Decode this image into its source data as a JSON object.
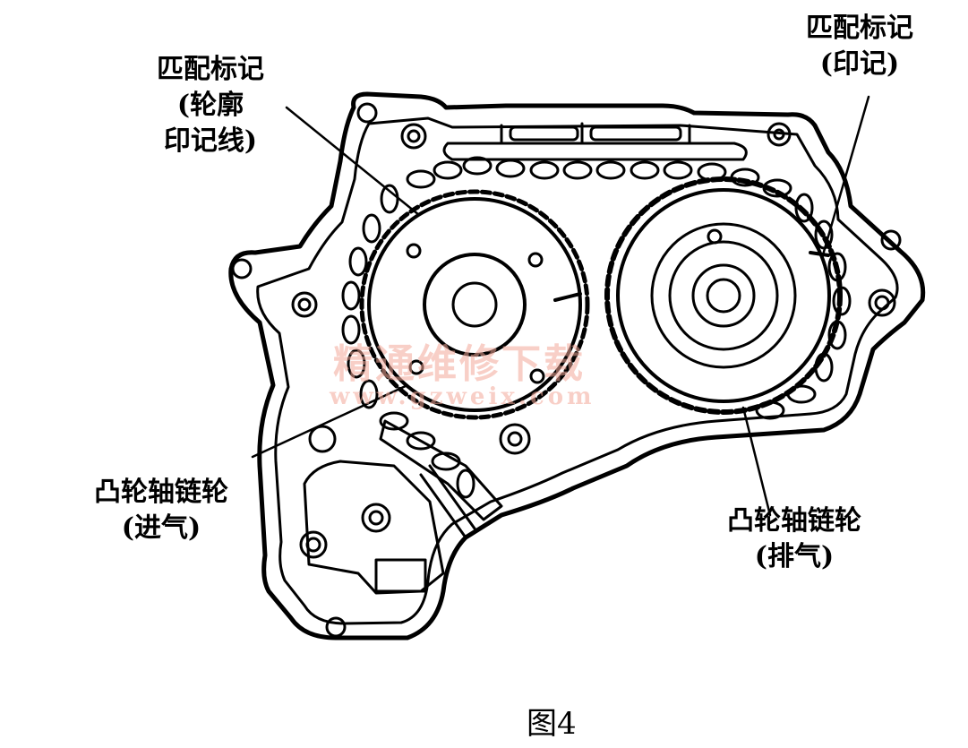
{
  "labels": {
    "intake_mark": {
      "line1": "匹配标记",
      "line2": "(轮廓",
      "line3": "印记线)"
    },
    "exhaust_mark": {
      "line1": "匹配标记",
      "line2": "(印记)"
    },
    "intake_sprocket": {
      "line1": "凸轮轴链轮",
      "line2": "(进气)"
    },
    "exhaust_sprocket": {
      "line1": "凸轮轴链轮",
      "line2": "(排气)"
    }
  },
  "watermark": {
    "chinese": "精通维修下载",
    "url": "www.gzweix.com"
  },
  "caption": "图4",
  "colors": {
    "line": "#000000",
    "background": "#ffffff",
    "watermark": "#f4a99a"
  }
}
